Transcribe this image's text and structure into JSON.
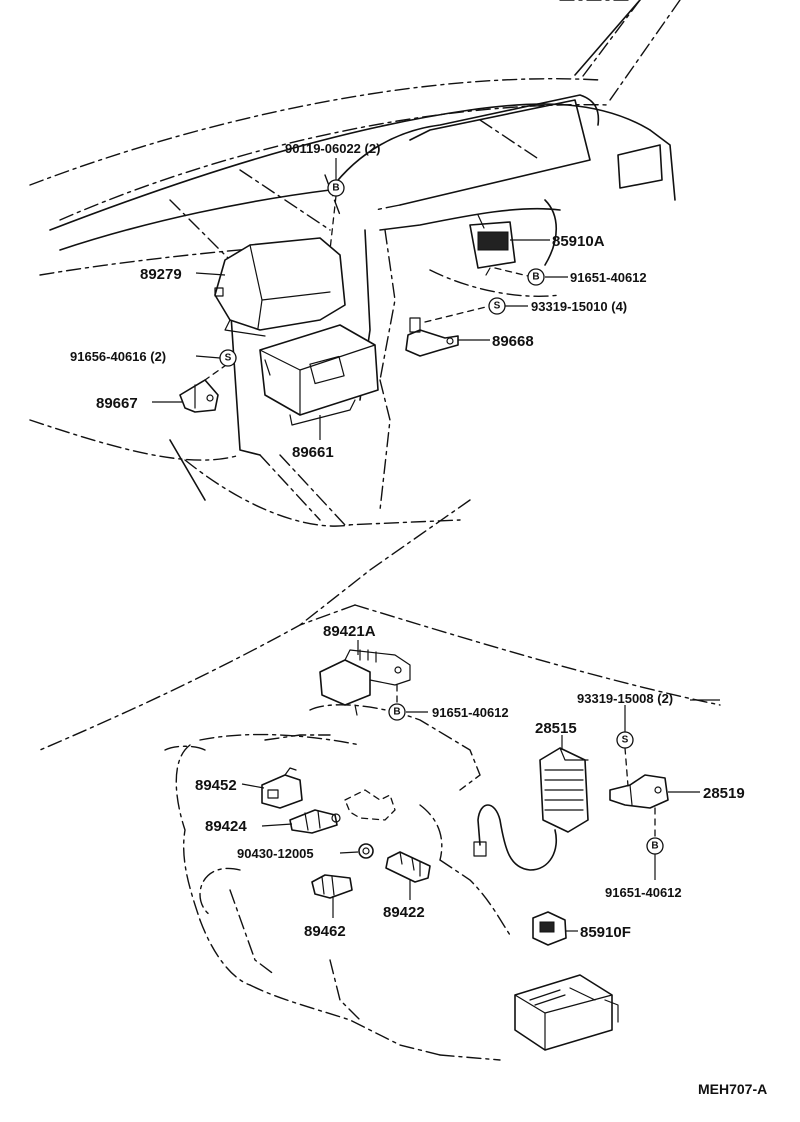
{
  "diagram_ref": "MEH707-A",
  "callouts": {
    "p90119_06022": "90119-06022 (2)",
    "p85910A": "85910A",
    "p91651_40612_top": "91651-40612",
    "p93319_15010": "93319-15010 (4)",
    "p89668": "89668",
    "p89279": "89279",
    "p91656_40616": "91656-40616 (2)",
    "p89667": "89667",
    "p89661": "89661",
    "p89421A": "89421A",
    "p91651_40612_mid": "91651-40612",
    "p93319_15008": "93319-15008 (2)",
    "p28515": "28515",
    "p28519": "28519",
    "p89452": "89452",
    "p89424": "89424",
    "p90430_12005": "90430-12005",
    "p91651_40612_bot": "91651-40612",
    "p89462": "89462",
    "p89422": "89422",
    "p85910F": "85910F"
  },
  "symbols": {
    "bolt": "B",
    "screw": "S"
  }
}
